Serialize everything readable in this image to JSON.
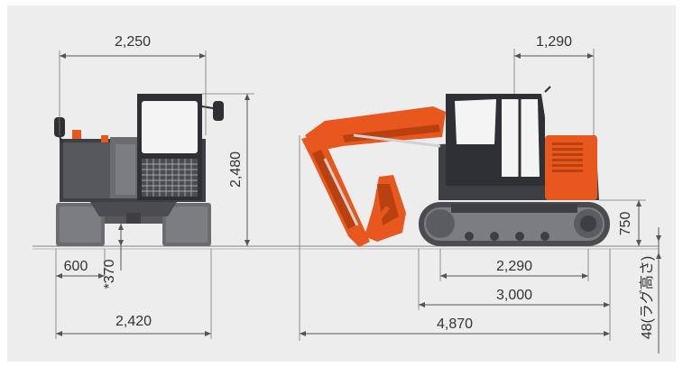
{
  "colors": {
    "background_panel": "#ededee",
    "machine_orange": "#e8571e",
    "machine_orange_dark": "#b9400f",
    "machine_gray": "#3d3f42",
    "machine_gray_light": "#6a6c70",
    "track_gray": "#7b7d80",
    "glass": "#f4f4f4"
  },
  "front_view": {
    "top_width": "2,250",
    "height": "2,480",
    "track_width": "600",
    "ground_clearance": "*370",
    "overall_width": "2,420"
  },
  "side_view": {
    "tail_radius": "1,290",
    "counterweight_clearance": "750",
    "tumbler_distance": "2,290",
    "track_length": "3,000",
    "overall_length": "4,870",
    "grouser_height": "48(ラグ高さ)"
  }
}
